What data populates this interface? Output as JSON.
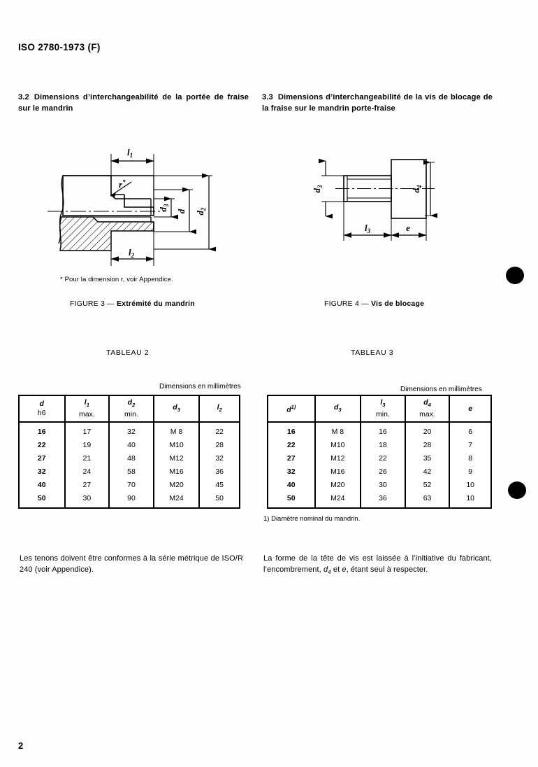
{
  "document": {
    "header": "ISO 2780-1973 (F)",
    "page_number": "2"
  },
  "sections": {
    "s32": {
      "number": "3.2",
      "title": "Dimensions d’interchangeabilité de la portée de fraise sur le mandrin"
    },
    "s33": {
      "number": "3.3",
      "title": "Dimensions d’interchangeabilité de la vis de blocage de la fraise sur le mandrin porte-fraise"
    }
  },
  "figures": {
    "fig3": {
      "caption_label": "FIGURE 3 —",
      "caption_text": "Extrémité du mandrin",
      "footnote": "* Pour la dimension r, voir Appendice.",
      "labels": [
        "l1",
        "l2",
        "d",
        "d2",
        "d3",
        "r"
      ]
    },
    "fig4": {
      "caption_label": "FIGURE 4 —",
      "caption_text": "Vis de blocage",
      "labels": [
        "d3",
        "d4",
        "l3",
        "e"
      ]
    }
  },
  "tables": {
    "tableau2": {
      "title": "TABLEAU 2",
      "units_note": "Dimensions en millimètres",
      "headers": [
        {
          "main": "d",
          "sub": "h6"
        },
        {
          "main": "l1",
          "sub": "max."
        },
        {
          "main": "d2",
          "sub": "min."
        },
        {
          "main": "d3",
          "sub": ""
        },
        {
          "main": "l2",
          "sub": ""
        }
      ],
      "rows": [
        [
          "16",
          "17",
          "32",
          "M 8",
          "22"
        ],
        [
          "22",
          "19",
          "40",
          "M10",
          "28"
        ],
        [
          "27",
          "21",
          "48",
          "M12",
          "32"
        ],
        [
          "32",
          "24",
          "58",
          "M16",
          "36"
        ],
        [
          "40",
          "27",
          "70",
          "M20",
          "45"
        ],
        [
          "50",
          "30",
          "90",
          "M24",
          "50"
        ]
      ]
    },
    "tableau3": {
      "title": "TABLEAU 3",
      "units_note": "Dimensions en millimètres",
      "headers": [
        {
          "main": "d1)",
          "sub": ""
        },
        {
          "main": "d3",
          "sub": ""
        },
        {
          "main": "l3",
          "sub": "min."
        },
        {
          "main": "d4",
          "sub": "max."
        },
        {
          "main": "e",
          "sub": ""
        }
      ],
      "rows": [
        [
          "16",
          "M 8",
          "16",
          "20",
          "6"
        ],
        [
          "22",
          "M10",
          "18",
          "28",
          "7"
        ],
        [
          "27",
          "M12",
          "22",
          "35",
          "8"
        ],
        [
          "32",
          "M16",
          "26",
          "42",
          "9"
        ],
        [
          "40",
          "M20",
          "30",
          "52",
          "10"
        ],
        [
          "50",
          "M24",
          "36",
          "63",
          "10"
        ]
      ],
      "footnote": "1) Diamètre nominal du mandrin."
    }
  },
  "paragraphs": {
    "left": "Les tenons doivent être conformes à la série métrique de ISO/R 240 (voir Appendice).",
    "right_part1": "La forme de la tête de vis est laissée à l’initiative du fabricant, l’encombrement, ",
    "right_part2": " et ",
    "right_part3": ", étant seul à respecter."
  },
  "colors": {
    "ink": "#000000",
    "paper": "#fdfdfd"
  }
}
